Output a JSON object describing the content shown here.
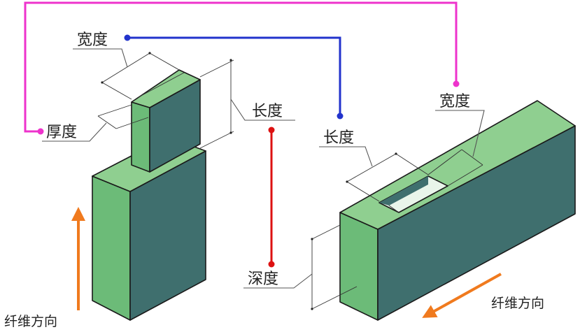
{
  "labels": {
    "tenon_width": "宽度",
    "tenon_thickness": "厚度",
    "tenon_length": "长度",
    "mortise_width": "宽度",
    "mortise_length": "长度",
    "mortise_depth": "深度",
    "grain_left": "纤维方向",
    "grain_right": "纤维方向"
  },
  "colors": {
    "top_face": "#8fcf90",
    "front_face": "#6cbb78",
    "side_face": "#3f6f6e",
    "magenta_link": "#ee33cc",
    "blue_link": "#2233cc",
    "red_link": "#dd1111",
    "grain_arrow": "#f07a1e"
  }
}
